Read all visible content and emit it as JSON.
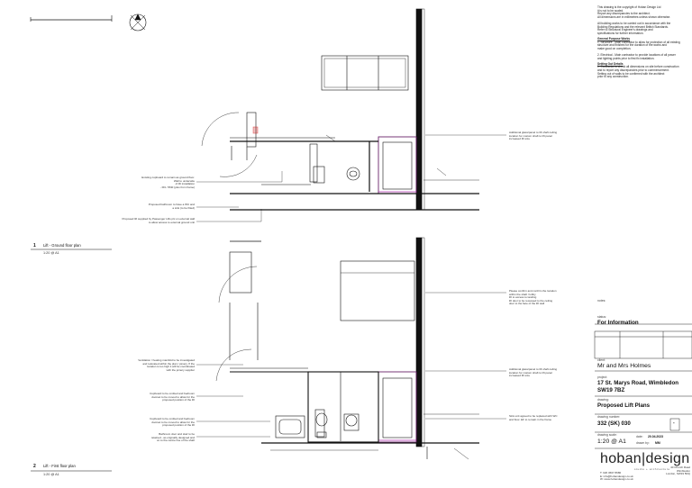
{
  "notes": {
    "copyright": [
      "This drawing is the copyright of Hoban Design Ltd",
      "it is not to be scaled.",
      "Report any discrepancies to the architect.",
      "All dimensions are in millimetres unless shown otherwise.",
      "",
      "All building works to be carried out in accordance with the",
      "Building Regulations and the relevant British Standards.",
      "Refer to Structural Engineer's drawings and",
      "specifications for further information."
    ],
    "heading1": "General Purpose Works",
    "block1": [
      "1. Structure - Main contractor to allow for protection of all existing",
      "structure and finishes for the duration of the works and",
      "make good on completion.",
      "",
      "2. Electrical - Main contractor to provide locations of all power",
      "and lighting points prior to first fix installation."
    ],
    "heading2": "Setting Out Details",
    "block2": [
      "1. Contractor to check all dimensions on site before construction",
      "and to report any discrepancies prior to commencement.",
      "Setting out of walls to be confirmed with the architect",
      "prior to any construction."
    ]
  },
  "annotations": {
    "gf_left_1": [
      "Existing cupboard to remain as ground floor.",
      "Wall to underside",
      "of lift installation",
      "- FFL 7840 (plus from frame)"
    ],
    "gf_left_2": [
      "Proposed bathroom to have a WC and",
      "a sink (to be fitted)"
    ],
    "gf_left_3": [
      "Proposed lift supplied by Passenger Lifts plc on external wall",
      "to allow access to external ground unit"
    ],
    "gf_right_1": [
      "Additional glass/panel to lift shaft ceiling",
      "location for custom shaft to lift panel",
      "increased lift size"
    ],
    "ff_right_1": [
      "Please confirm and confirm the location",
      "within the shaft / lobby",
      "lift to access to landing",
      "lift door to be recessed to the ceiling",
      "door to the face of the lift wall"
    ],
    "ff_right_2": [
      "Additional glass/panel to lift shaft ceiling",
      "location for custom shaft to lift panel",
      "increased lift size"
    ],
    "ff_right_3": [
      "Sink unit agreed to be replaced with WC",
      "and floor. EF to remain in the frame"
    ],
    "ff_left_1": [
      "Ventilation / heating manifold to be investigated",
      "and relocated within the plan / joinery. If the",
      "location is too high it will be coordinated",
      "with the joinery supplier"
    ],
    "ff_left_2": [
      "Cupboard to be omitted and bedroom",
      "doorset to be moved to allow for the",
      "proposed position of the lift"
    ],
    "ff_left_3": [
      "Cupboard to be omitted and bedroom",
      "doorset to be moved to allow for the",
      "proposed position of the lift"
    ],
    "ff_left_4": [
      "Bathroom door and stair to be",
      "retained - as originally designed and",
      "on to the centre line of the shaft"
    ]
  },
  "views": [
    {
      "number": "1",
      "title": "Lift - Ground floor plan",
      "scale": "1:20 @ A1"
    },
    {
      "number": "2",
      "title": "Lift - First floor plan",
      "scale": "1:20 @ A1"
    }
  ],
  "titleblock": {
    "notes_label": "notes:",
    "status_label": "status:",
    "status": "For Information",
    "client_label": "client:",
    "client": "Mr and Mrs Holmes",
    "project_label": "project:",
    "project_line1": "17 St. Marys Road, Wimbledon",
    "project_line2": "SW19 7BZ",
    "drawing_label": "drawing:",
    "drawing": "Proposed Lift Plans",
    "drawing_number_label": "drawing number:",
    "drawing_number": "332 (SK) 030",
    "revision": "-",
    "drawing_scale_label": "drawing scale:",
    "drawing_scale": "1:20 @ A1",
    "date_label": "date:",
    "date": "20.04.2023",
    "drawn_by_label": "drawn by:",
    "drawn_by": "MM",
    "logo_main": "hoban|design",
    "logo_sub": "studio + architecture",
    "contact_left": [
      "T: 020 3667 8680",
      "E: info@hobandesign.co.uk",
      "W: www.hobandesign.co.uk"
    ],
    "contact_right": [
      "40 Church Road",
      "Wimbledon",
      "London, SW19 5DQ"
    ]
  }
}
